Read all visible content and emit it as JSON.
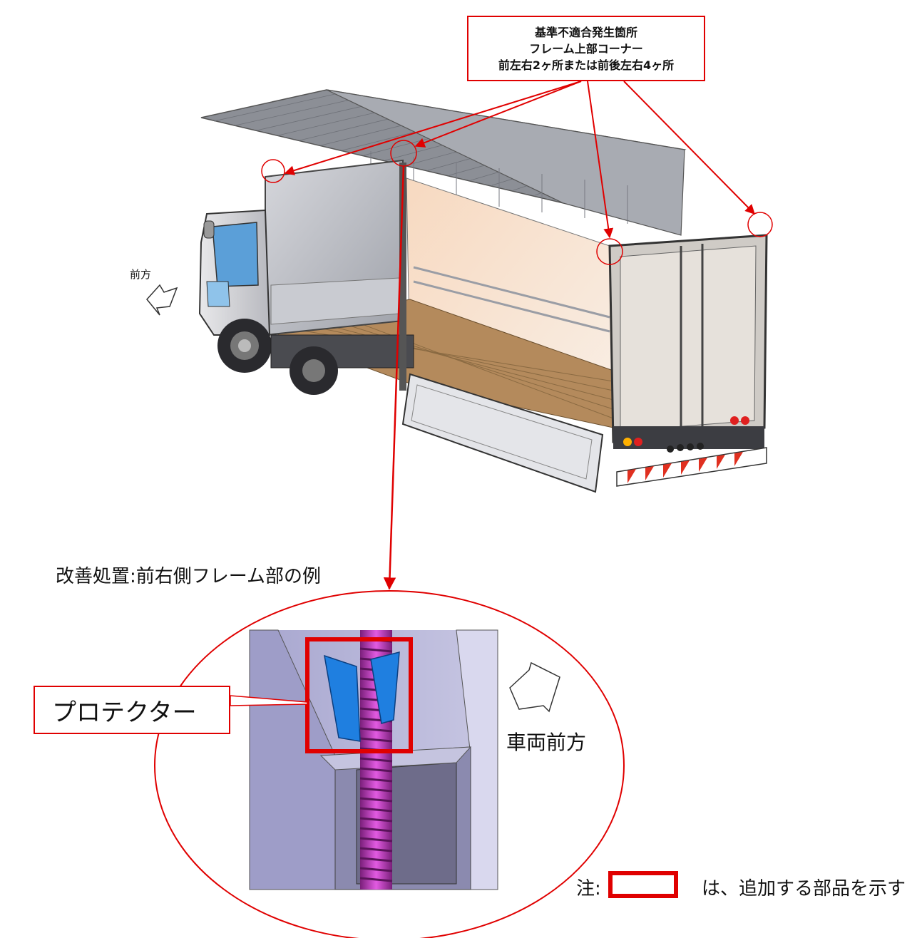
{
  "callout": {
    "line1": "基準不適合発生箇所",
    "line2": "フレーム上部コーナー",
    "line3": "前左右2ヶ所または前後左右4ヶ所"
  },
  "front_label": "前方",
  "improvement_title": "改善処置:前右側フレーム部の例",
  "protector_label": "プロテクター",
  "vehicle_front_label": "車両前方",
  "note": {
    "prefix": "注:",
    "text": "は、追加する部品を示す"
  },
  "colors": {
    "highlight_red": "#e00000",
    "protector_blue": "#1f7fe0",
    "hose_magenta": "#c03cc0",
    "panel_lavender": "#b9b7d8"
  }
}
